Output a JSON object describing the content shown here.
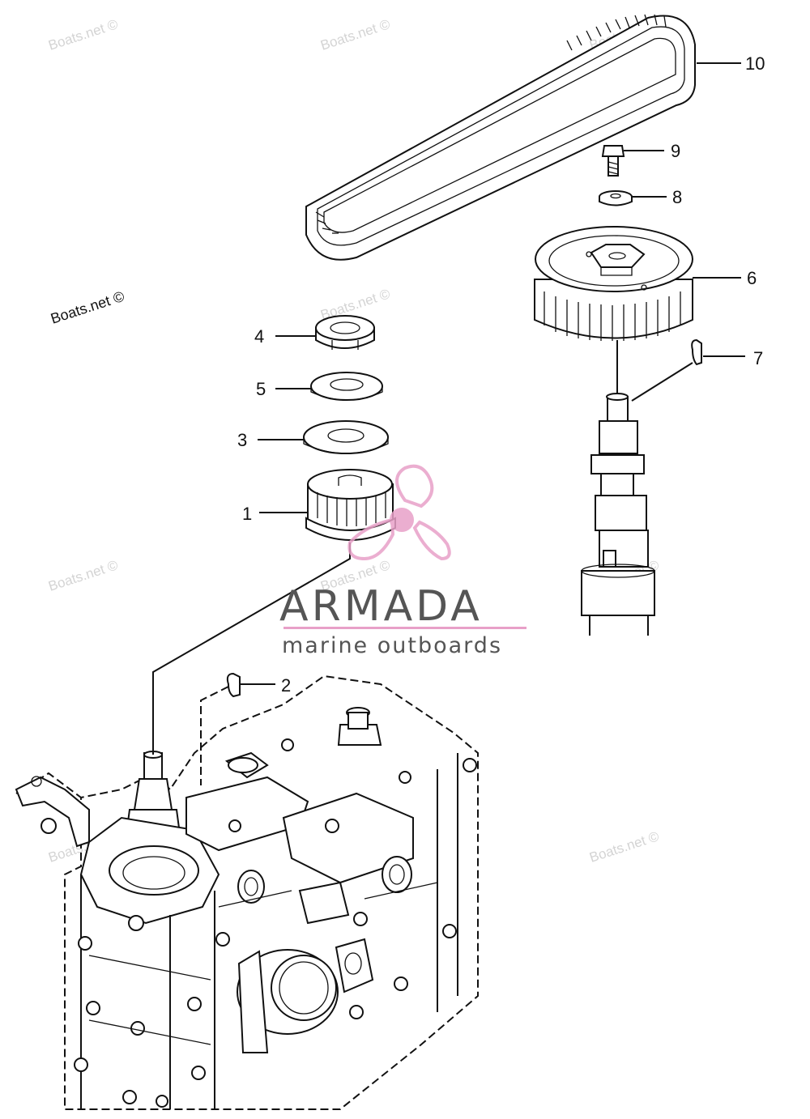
{
  "callouts": {
    "n1": "1",
    "n2": "2",
    "n3": "3",
    "n4": "4",
    "n5": "5",
    "n6": "6",
    "n7": "7",
    "n8": "8",
    "n9": "9",
    "n10": "10"
  },
  "watermark": {
    "text": "Boats.net ©"
  },
  "brand": {
    "name": "ARMADA",
    "tagline": "marine outboards",
    "accent_color": "#e8a0c8",
    "text_color": "#555555"
  }
}
